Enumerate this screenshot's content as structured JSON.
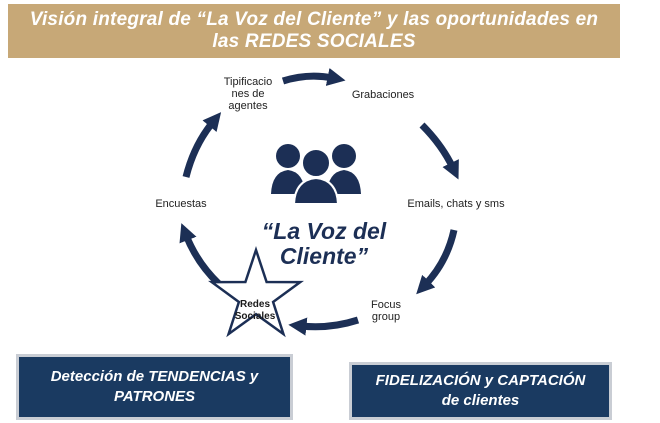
{
  "header": {
    "title": "Visión integral de “La Voz del Cliente” y las oportunidades en las REDES SOCIALES"
  },
  "cycle": {
    "center_title": "“La Voz del Cliente”",
    "star_label": "Redes Sociales",
    "nodes": {
      "tipificaciones": "Tipificacio nes de agentes",
      "grabaciones": "Grabaciones",
      "emails": "Emails, chats y sms",
      "focus": "Focus group",
      "encuestas": "Encuestas"
    }
  },
  "boxes": {
    "left": "Detección de TENDENCIAS y PATRONES",
    "right": "FIDELIZACIÓN y CAPTACIÓN de clientes"
  },
  "colors": {
    "banner": "#c7a877",
    "navy": "#1a3a61",
    "people_icon": "#1c2f55"
  }
}
